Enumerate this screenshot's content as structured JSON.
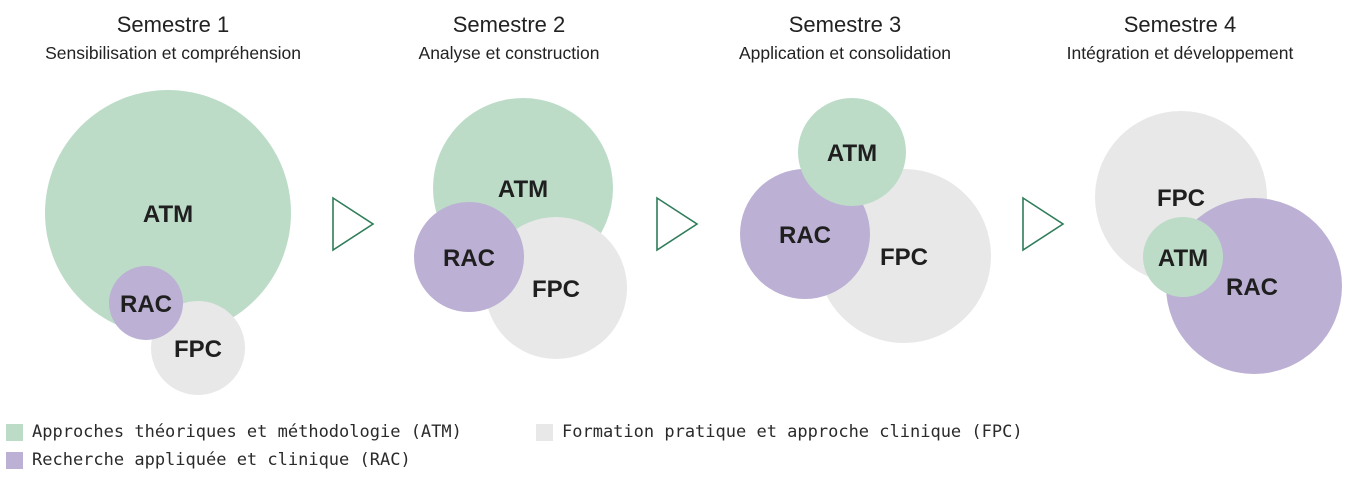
{
  "colors": {
    "atm": "#bcdcc8",
    "rac": "#bcb0d4",
    "fpc": "#e8e8e8",
    "arrow": "#2f7d5a"
  },
  "semesters": [
    {
      "title": "Semestre 1",
      "subtitle": "Sensibilisation et compréhension",
      "circles": [
        {
          "label": "ATM",
          "category": "atm"
        },
        {
          "label": "FPC",
          "category": "fpc"
        },
        {
          "label": "RAC",
          "category": "rac"
        }
      ]
    },
    {
      "title": "Semestre 2",
      "subtitle": "Analyse et construction",
      "circles": [
        {
          "label": "ATM",
          "category": "atm"
        },
        {
          "label": "FPC",
          "category": "fpc"
        },
        {
          "label": "RAC",
          "category": "rac"
        }
      ]
    },
    {
      "title": "Semestre 3",
      "subtitle": "Application et consolidation",
      "circles": [
        {
          "label": "FPC",
          "category": "fpc"
        },
        {
          "label": "RAC",
          "category": "rac"
        },
        {
          "label": "ATM",
          "category": "atm"
        }
      ]
    },
    {
      "title": "Semestre 4",
      "subtitle": "Intégration et développement",
      "circles": [
        {
          "label": "FPC",
          "category": "fpc"
        },
        {
          "label": "RAC",
          "category": "rac"
        },
        {
          "label": "ATM",
          "category": "atm"
        }
      ]
    }
  ],
  "legend": [
    {
      "category": "atm",
      "label": "Approches théoriques et méthodologie (ATM)"
    },
    {
      "category": "fpc",
      "label": "Formation pratique et approche clinique (FPC)"
    },
    {
      "category": "rac",
      "label": "Recherche appliquée et clinique (RAC)"
    }
  ]
}
